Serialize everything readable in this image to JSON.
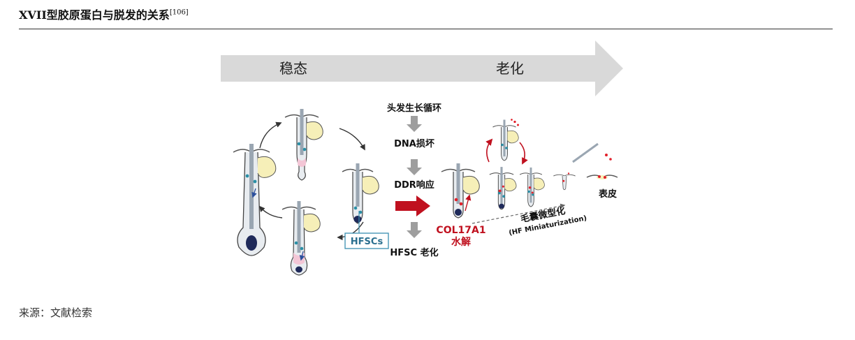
{
  "page": {
    "title": "XVII型胶原蛋白与脱发的关系",
    "title_ref": "[106]",
    "source_note": "来源：文献检索"
  },
  "diagram": {
    "timeline": {
      "left_label": "稳态",
      "right_label": "老化"
    },
    "flow_steps": [
      "头发生长循环",
      "DNA损坏",
      "DDR响应",
      "HFSC 老化"
    ],
    "hfscs_label": "HFSCs",
    "col17_label": "COL17A1",
    "col17_action": "水解",
    "miniaturization_label": "毛囊微型化",
    "miniaturization_sub": "(HF Miniaturization)",
    "epidermis_label": "表皮"
  },
  "colors": {
    "timeline_arrow": "#d9d9d9",
    "flow_arrow": "#9e9e9e",
    "red_arrow": "#c0111f",
    "col17_text": "#c0111f",
    "stem_cell": "#2a8fa6",
    "hair_shaft": "#9aa6b2",
    "papilla": "#1f2a5a",
    "sebaceous": "#f6efb8",
    "hfscs_box": "#3a8fb0",
    "damage_red": "#e2202a"
  }
}
